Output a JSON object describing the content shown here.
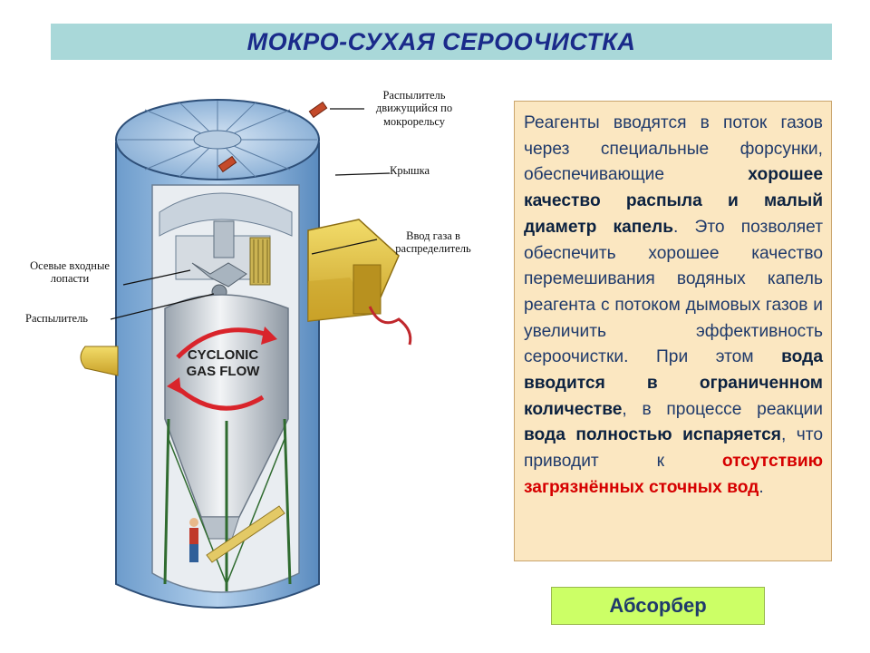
{
  "title": "МОКРО-СУХАЯ СЕРООЧИСТКА",
  "diagram": {
    "callouts": [
      "Распылитель движущийся по мокрорельсу",
      "Крышка",
      "Ввод газа в распределитель",
      "Осевые входные лопасти",
      "Распылитель"
    ],
    "flow_label_line1": "CYCLONIC",
    "flow_label_line2": "GAS FLOW"
  },
  "description": {
    "segments": [
      {
        "text": "Реагенты вводятся в поток газов через специальные форсунки, обеспечивающие ",
        "style": "normal"
      },
      {
        "text": "хорошее качество распыла и малый диаметр капель",
        "style": "bold"
      },
      {
        "text": ". Это позволяет обеспечить хорошее качество перемешивания водяных капель реагента с потоком дымовых газов и увеличить эффективность сероочистки. При этом ",
        "style": "normal"
      },
      {
        "text": "вода вводится в ограниченном количестве",
        "style": "bold"
      },
      {
        "text": ", в процессе реакции ",
        "style": "normal"
      },
      {
        "text": "вода полностью испаряется",
        "style": "bold"
      },
      {
        "text": ", что приводит к ",
        "style": "normal"
      },
      {
        "text": "отсутствию загрязнённых сточных вод",
        "style": "red"
      },
      {
        "text": ".",
        "style": "normal"
      }
    ]
  },
  "label": "Абсорбер",
  "colors": {
    "title_bg": "#a9d8d9",
    "title_text": "#1a2a8a",
    "text_box_bg": "#fbe7c1",
    "label_bg": "#ccff66",
    "highlight_red": "#d60000",
    "shell_blue": "#8fb7de",
    "duct_yellow": "#e8c640"
  }
}
